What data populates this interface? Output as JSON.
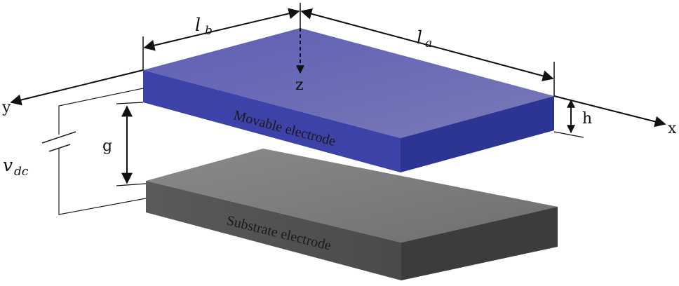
{
  "diagram": {
    "labels": {
      "y_axis": "y",
      "x_axis": "x",
      "z_axis": "z",
      "length_b_main": "l",
      "length_b_sub": "b",
      "length_a_main": "l",
      "length_a_sub": "a",
      "thickness": "h",
      "gap": "g",
      "voltage_main": "v",
      "voltage_sub": "dc"
    },
    "plates": {
      "movable": "Movable electrode",
      "substrate": "Substrate electrode"
    },
    "colors": {
      "movable_top": "#6a6bb2",
      "movable_front": "#3e43aa",
      "movable_side": "#2e3796",
      "substrate_top": "#7d7d7d",
      "substrate_front": "#555555",
      "substrate_side": "#3f3f3f",
      "lines": "#111111"
    }
  }
}
